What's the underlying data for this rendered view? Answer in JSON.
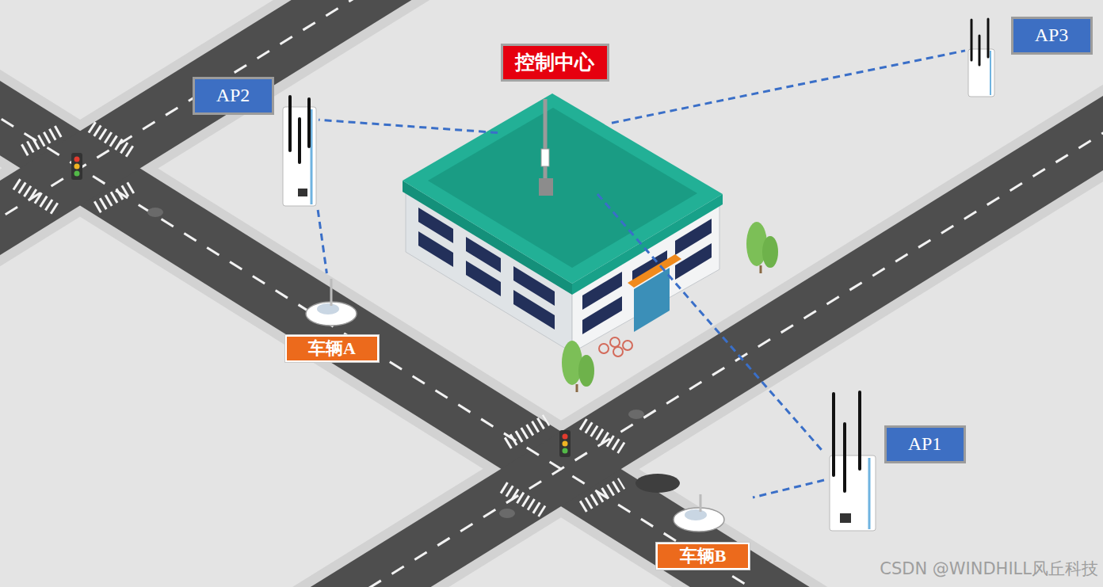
{
  "diagram": {
    "nodes": [
      {
        "text": [
          "控制中心"
        ]
      },
      {
        "text": [
          "AP2"
        ]
      },
      {
        "text": [
          "AP3"
        ]
      },
      {
        "text": [
          "AP1"
        ]
      },
      {
        "text": [
          "车辆A"
        ]
      },
      {
        "text": [
          "车辆B"
        ]
      }
    ],
    "edges": [
      {
        "from": 0,
        "to": 1,
        "arrow": "none"
      },
      {
        "from": 0,
        "to": 2,
        "arrow": "none"
      },
      {
        "from": 0,
        "to": 3,
        "arrow": "none"
      },
      {
        "from": 1,
        "to": 4,
        "arrow": "none"
      },
      {
        "from": 3,
        "to": 5,
        "arrow": "none"
      }
    ],
    "labels": [
      "CSDN @WINDHILL风丘科技"
    ]
  }
}
